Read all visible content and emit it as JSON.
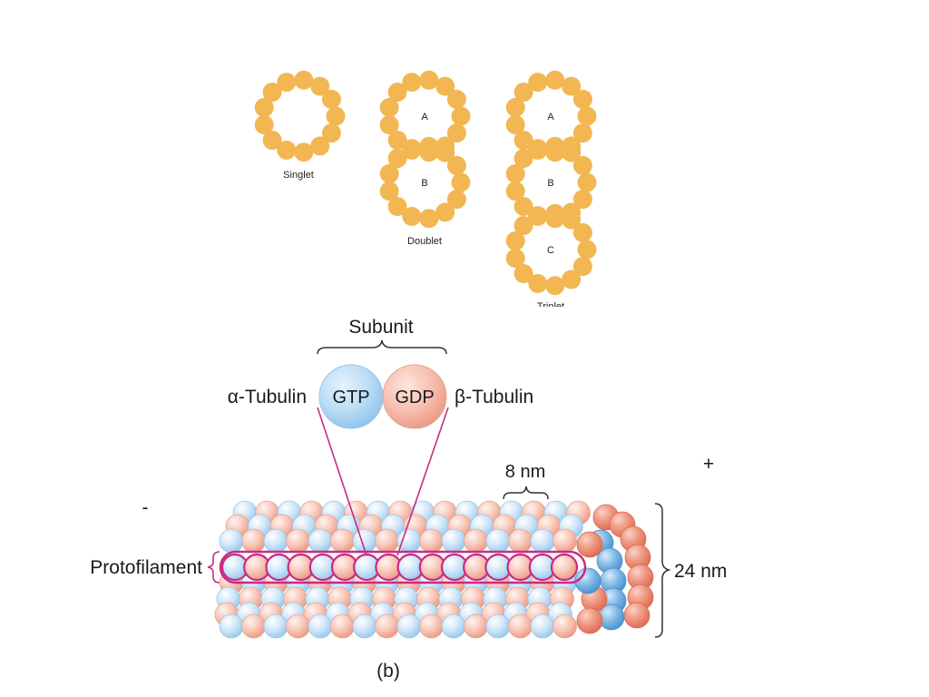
{
  "figure_a": {
    "singlet_label": "Singlet",
    "doublet_label": "Doublet",
    "triplet_label": "Triplet",
    "tubule_a": "A",
    "tubule_b": "B",
    "tubule_c": "C",
    "bead_color": "#f2b752"
  },
  "figure_b": {
    "subunit_label": "Subunit",
    "alpha_label": "α-Tubulin",
    "beta_label": "β-Tubulin",
    "gtp_label": "GTP",
    "gdp_label": "GDP",
    "spacing_label": "8 nm",
    "plus_label": "+",
    "minus_label": "-",
    "protofilament_label": "Protofilament",
    "diameter_label": "24 nm",
    "panel_label": "(b)",
    "alpha_color": "#a9d3f1",
    "beta_color": "#f4b0a0",
    "highlight_color": "#c72c83"
  }
}
